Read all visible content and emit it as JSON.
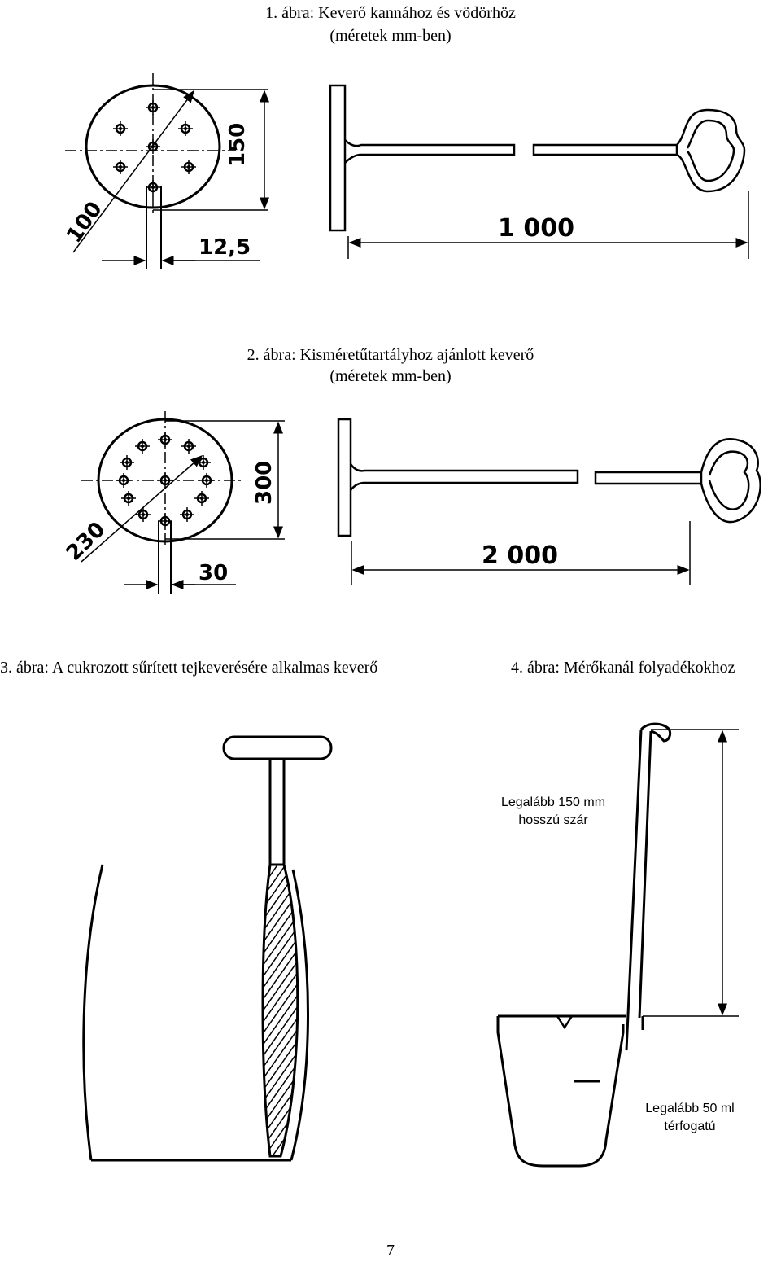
{
  "fig1": {
    "caption_line1": "1. ábra: Keverő kannához és vödörhöz",
    "caption_line2": "(méretek mm-ben)",
    "dims": {
      "diameter": "100",
      "height": "150",
      "rod": "12,5",
      "length": "1 000"
    }
  },
  "fig2": {
    "caption_line1": "2. ábra: Kisméretűtartályhoz ajánlott keverő",
    "caption_line2": "(méretek mm-ben)",
    "dims": {
      "diameter": "230",
      "height": "300",
      "rod": "30",
      "length": "2 000"
    }
  },
  "fig3": {
    "caption": "3. ábra: A cukrozott sűrített tejkeverésére alkalmas keverő"
  },
  "fig4": {
    "caption": "4. ábra: Mérőkanál folyadékokhoz",
    "note_handle_line1": "Legalább 150 mm",
    "note_handle_line2": "hosszú szár",
    "note_volume_line1": "Legalább 50 ml",
    "note_volume_line2": "térfogatú"
  },
  "page_number": "7"
}
